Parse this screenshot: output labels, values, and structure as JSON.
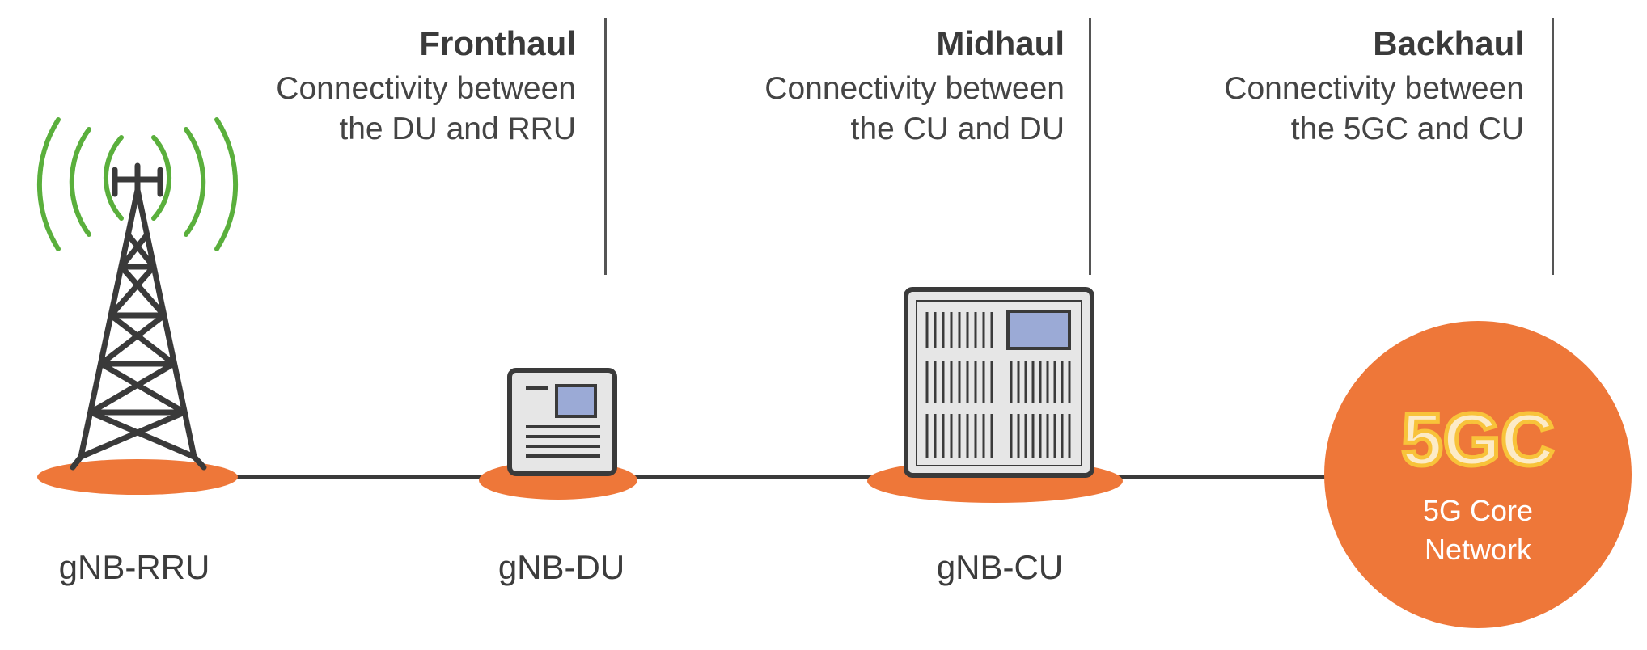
{
  "sections": [
    {
      "title": "Fronthaul",
      "desc_line1": "Connectivity between",
      "desc_line2": "the DU and RRU"
    },
    {
      "title": "Midhaul",
      "desc_line1": "Connectivity between",
      "desc_line2": "the CU and DU"
    },
    {
      "title": "Backhaul",
      "desc_line1": "Connectivity between",
      "desc_line2": "the 5GC and CU"
    }
  ],
  "nodes": {
    "rru": {
      "label": "gNB-RRU"
    },
    "du": {
      "label": "gNB-DU"
    },
    "cu": {
      "label": "gNB-CU"
    },
    "core": {
      "logo": "5GC",
      "sub_line1": "5G Core",
      "sub_line2": "Network"
    }
  },
  "colors": {
    "accent_orange": "#EE7739",
    "signal_green": "#5AAF3C",
    "screen_blue": "#9BAAD6",
    "outline": "#3a3a3a",
    "box_fill": "#E6E6E6",
    "logo_yellow": "#F8C33A"
  },
  "icons": [
    "antenna-tower-icon",
    "signal-waves-icon",
    "du-device-icon",
    "cu-server-rack-icon",
    "core-network-circle"
  ]
}
